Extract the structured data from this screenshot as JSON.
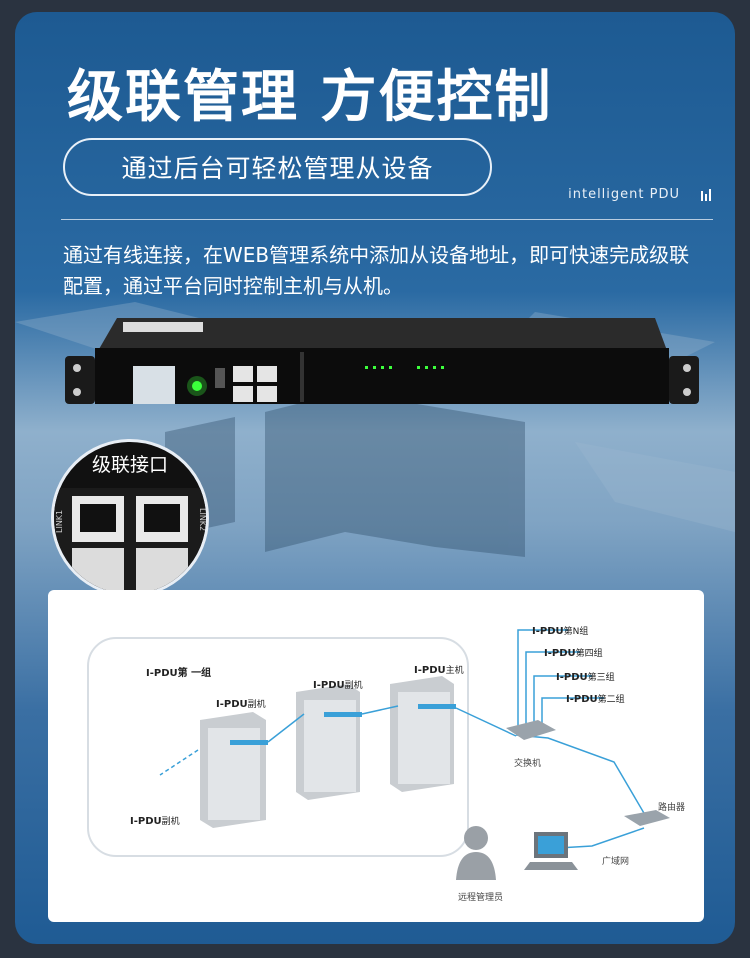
{
  "header": {
    "title": "级联管理  方便控制",
    "subtitle": "通过后台可轻松管理从设备",
    "brand": "intelligent PDU"
  },
  "description": "通过有线连接，在WEB管理系统中添加从设备地址，即可快速完成级联配置，通过平台同时控制主机与从机。",
  "callout": {
    "label": "级联接口",
    "port_labels": [
      "LINK1",
      "LINK2"
    ]
  },
  "diagram": {
    "group_label": "I-PDU第 一组",
    "nodes": {
      "slave1": {
        "name": "I-PDU",
        "suffix": "副机"
      },
      "slave2": {
        "name": "I-PDU",
        "suffix": "副机"
      },
      "master": {
        "name": "I-PDU",
        "suffix": "主机"
      },
      "slave_far": {
        "name": "I-PDU",
        "suffix": "副机"
      }
    },
    "groups": [
      {
        "name": "I-PDU",
        "suffix": "第N组"
      },
      {
        "name": "I-PDU",
        "suffix": "第四组"
      },
      {
        "name": "I-PDU",
        "suffix": "第三组"
      },
      {
        "name": "I-PDU",
        "suffix": "第二组"
      }
    ],
    "switch_label": "交换机",
    "router_label": "路由器",
    "wan_label": "广域网",
    "admin_label": "远程管理员"
  },
  "colors": {
    "accent": "#1f5b94",
    "link": "#3aa0d8",
    "led": "#3cff3c"
  }
}
